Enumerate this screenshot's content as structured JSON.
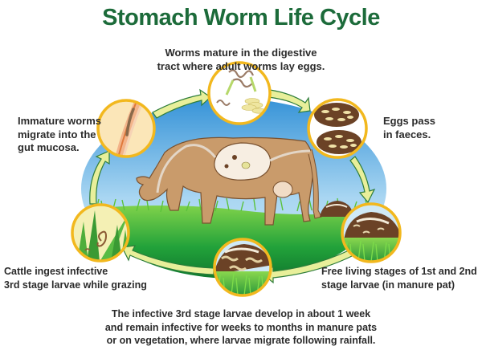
{
  "title": "Stomach Worm Life Cycle",
  "colors": {
    "title": "#1c6b3a",
    "text": "#2b2b2b",
    "circle_border": "#f2b81e",
    "arrow_fill": "#e8ef9a",
    "arrow_stroke": "#2e7d3a",
    "sky_top": "#2f8fd6",
    "sky_bottom": "#bfe2f6",
    "grass_dark": "#0d7a2e",
    "grass_light": "#56c23a",
    "cow": "#c99b6b",
    "manure": "#6b4226"
  },
  "stages": [
    {
      "id": "digestive-tract",
      "icon": "adult-worms-and-eggs-icon",
      "lines": [
        "Worms mature in the digestive",
        "tract where adult worms lay eggs."
      ]
    },
    {
      "id": "eggs-in-faeces",
      "icon": "eggs-in-dung-icon",
      "lines": [
        "Eggs pass",
        "in faeces."
      ]
    },
    {
      "id": "free-living-larvae",
      "icon": "larvae-in-manure-pat-icon",
      "lines": [
        "Free living stages of 1st and 2nd",
        "stage larvae (in manure pat)"
      ]
    },
    {
      "id": "infective-larvae",
      "icon": "l3-larvae-in-grass-icon",
      "lines": [
        "The infective 3rd stage larvae develop in about 1 week",
        "and remain infective for weeks  to months in manure pats",
        "or on vegetation, where larvae migrate following rainfall."
      ]
    },
    {
      "id": "ingestion",
      "icon": "larvae-on-grass-blade-icon",
      "lines": [
        "Cattle ingest infective",
        "3rd stage larvae while grazing"
      ]
    },
    {
      "id": "gut-mucosa",
      "icon": "worm-in-gut-mucosa-icon",
      "lines": [
        "Immature worms",
        "migrate into the",
        "gut mucosa."
      ]
    }
  ],
  "central_scene": {
    "subject": "grazing-cow",
    "inset": "stomach-cutaway-with-worms"
  }
}
